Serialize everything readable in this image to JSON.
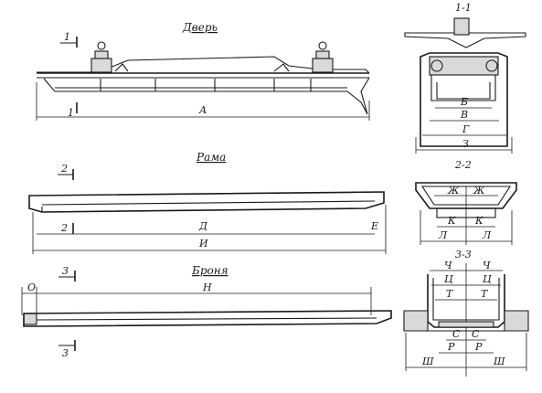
{
  "titles": {
    "door": "Дверь",
    "frame": "Рама",
    "armor": "Броня"
  },
  "sections": {
    "s11": "1-1",
    "s22": "2-2",
    "s33": "3-3",
    "cut1": "1",
    "cut2": "2",
    "cut3": "3"
  },
  "dims": {
    "A": "А",
    "B": "Б",
    "V": "В",
    "G": "Г",
    "D": "Д",
    "E": "Е",
    "Zh": "Ж",
    "Z": "З",
    "I": "И",
    "K": "К",
    "L": "Л",
    "N": "Н",
    "O": "О",
    "R": "Р",
    "S": "С",
    "T": "Т",
    "Ts": "Ц",
    "Ch": "Ч",
    "Sh": "Ш",
    "Ge": "Г"
  },
  "colors": {
    "ink": "#1a1a1a",
    "shade": "#d9d9d9",
    "paper": "#ffffff"
  }
}
